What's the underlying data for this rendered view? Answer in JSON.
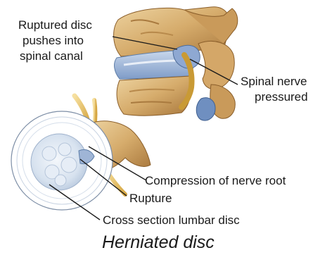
{
  "labels": {
    "ruptured_disc": [
      "Ruptured disc",
      "pushes into",
      "spinal canal"
    ],
    "spinal_nerve": [
      "Spinal nerve",
      "pressured"
    ],
    "compression": "Compression of nerve root",
    "rupture": "Rupture",
    "cross_section": "Cross section lumbar disc"
  },
  "caption": "Herniated disc",
  "colors": {
    "bone": "#d9b276",
    "bone_dark": "#a97a3f",
    "disc": "#9fb8d8",
    "disc_light": "#dde7f3",
    "nerve": "#e8c56a",
    "nerve_dark": "#c99a35",
    "nerve_blue": "#6f8fc0"
  }
}
